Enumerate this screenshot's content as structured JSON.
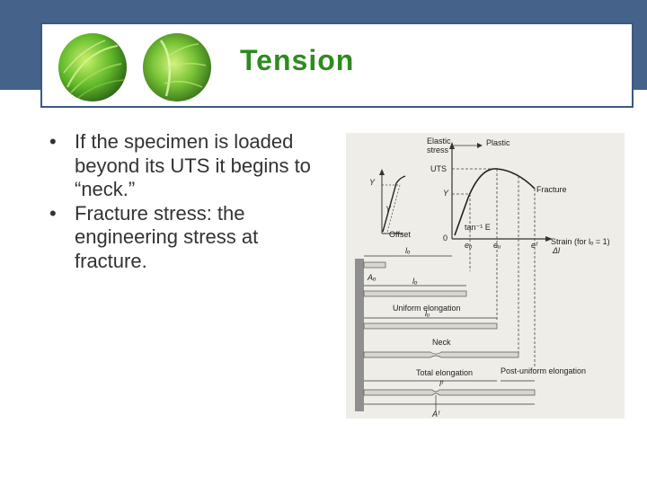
{
  "slide": {
    "title": "Tension",
    "bullets": [
      "If the specimen is loaded beyond its UTS it begins to “neck.”",
      "Fracture stress: the engineering stress at fracture."
    ],
    "bullet_marker": "•"
  },
  "figure": {
    "labels": {
      "elastic": "Elastic",
      "stress": "stress",
      "plastic": "Plastic",
      "uts": "UTS",
      "y1": "Y",
      "y2": "Y",
      "y3": "Y",
      "fracture": "Fracture",
      "tan_e": "tan⁻¹ E",
      "offset": "Offset",
      "zero": "0",
      "eo": "eₒ",
      "eu": "eᵤ",
      "ef": "eᶠ",
      "strain": "Strain (for lₒ = 1)",
      "delta_l": "Δl",
      "lo1": "lₒ",
      "ao": "Aₒ",
      "lo2": "lₒ",
      "uniform_elongation": "Uniform elongation",
      "lu": "lᵤ",
      "neck": "Neck",
      "total_elongation": "Total elongation",
      "post_uniform_elongation": "Post-uniform elongation",
      "lf": "lᶠ",
      "af": "Aᶠ"
    }
  }
}
